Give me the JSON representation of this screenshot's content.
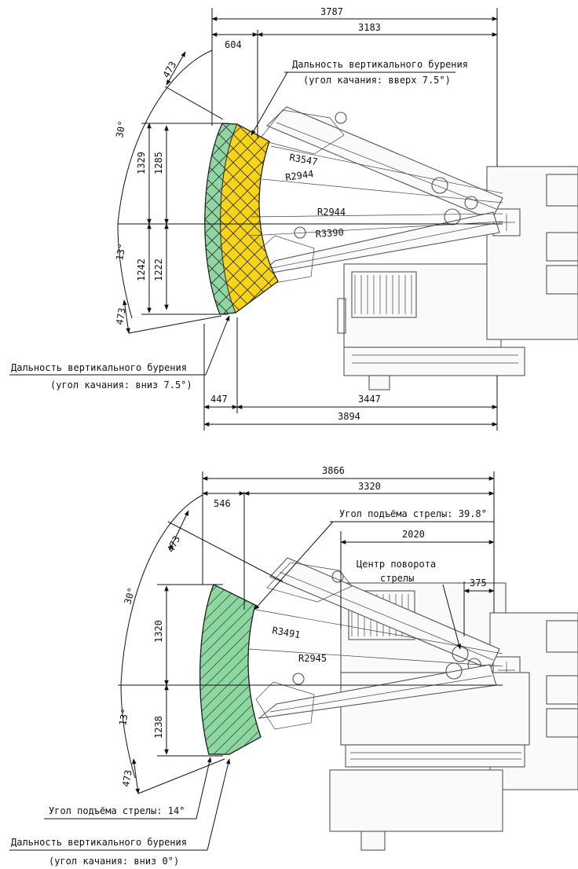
{
  "top": {
    "dims": {
      "total_top": "3787",
      "right_top": "3183",
      "left_top": "604",
      "total_bottom": "3894",
      "right_bottom": "3447",
      "left_bottom": "447",
      "up_outer": "1329",
      "up_inner": "1285",
      "down_outer": "1242",
      "down_inner": "1222",
      "upper_small": "473",
      "lower_small": "473",
      "angle_up": "30°",
      "angle_down": "13°"
    },
    "radii": {
      "r1": "R3547",
      "r2": "R2944",
      "r3": "R2944",
      "r4": "R3390"
    },
    "labels": {
      "up_line1": "Дальность вертикального бурения",
      "up_line2": "(угол качания: вверх 7.5°)",
      "down_line1": "Дальность вертикального бурения",
      "down_line2": "(угол качания: вниз 7.5°)"
    }
  },
  "bottom": {
    "dims": {
      "total_top": "3866",
      "right_top": "3320",
      "left_top": "546",
      "boom_offset": "2020",
      "pivot_offset": "375",
      "up": "1320",
      "down": "1238",
      "upper_small": "473",
      "lower_small": "473",
      "angle_up": "30°",
      "angle_down": "13°"
    },
    "radii": {
      "r1": "R3491",
      "r2": "R2945"
    },
    "labels": {
      "lift_max": "Угол подъёма стрелы: 39.8°",
      "pivot_line1": "Центр поворота",
      "pivot_line2": "стрелы",
      "lift_min": "Угол подъёма стрелы: 14°",
      "range_line1": "Дальность вертикального бурения",
      "range_line2": "(угол качания: вниз 0°)"
    }
  },
  "colors": {
    "yellow_zone": "#f7d417",
    "green_zone": "#8fd6a2",
    "line": "#111111"
  }
}
